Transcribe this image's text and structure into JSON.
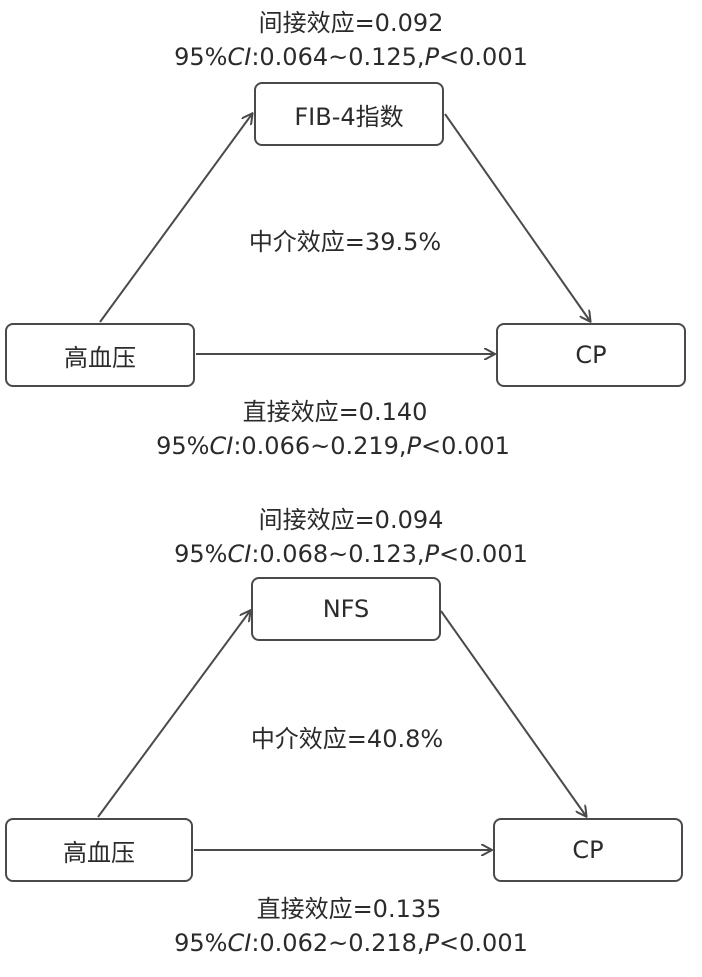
{
  "panels": [
    {
      "mediator": "FIB-4指数",
      "exposure": "高血压",
      "outcome": "CP",
      "indirect": {
        "title": "间接效应=0.092",
        "ci_prefix": "95%",
        "ci_italic": "CI",
        "ci_range": ":0.064~0.125,",
        "p_italic": "P",
        "p_value": "<0.001"
      },
      "mediation": "中介效应=39.5%",
      "direct": {
        "title": "直接效应=0.140",
        "ci_prefix": "95%",
        "ci_italic": "CI",
        "ci_range": ":0.066~0.219,",
        "p_italic": "P",
        "p_value": "<0.001"
      }
    },
    {
      "mediator": "NFS",
      "exposure": "高血压",
      "outcome": "CP",
      "indirect": {
        "title": "间接效应=0.094",
        "ci_prefix": "95%",
        "ci_italic": "CI",
        "ci_range": ":0.068~0.123,",
        "p_italic": "P",
        "p_value": "<0.001"
      },
      "mediation": "中介效应=40.8%",
      "direct": {
        "title": "直接效应=0.135",
        "ci_prefix": "95%",
        "ci_italic": "CI",
        "ci_range": ":0.062~0.218,",
        "p_italic": "P",
        "p_value": "<0.001"
      }
    }
  ],
  "colors": {
    "line": "#4a4a4a",
    "text": "#2b2b2b"
  }
}
